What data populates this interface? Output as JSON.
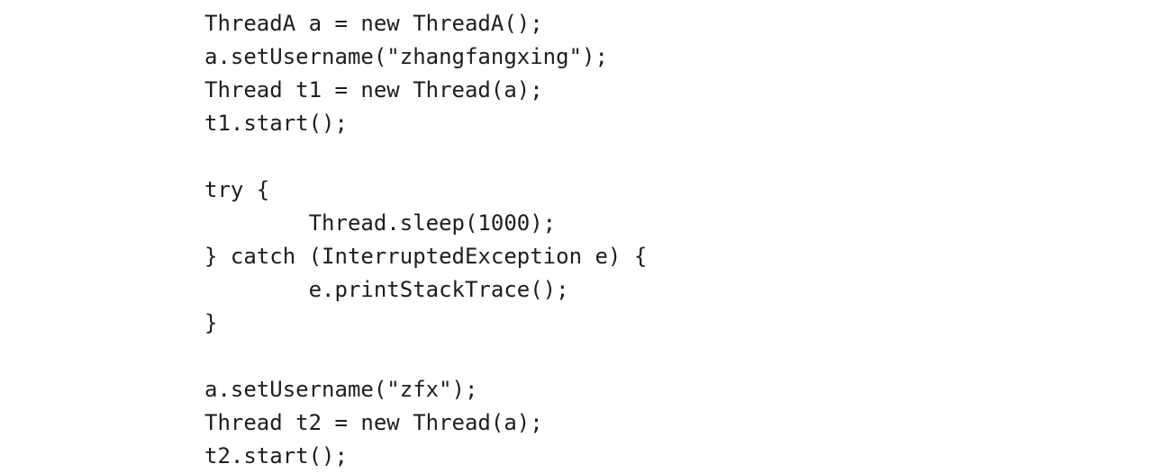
{
  "code": {
    "language": "java",
    "text_color": "#1d1d1d",
    "background_color": "#ffffff",
    "lines": [
      "ThreadA a = new ThreadA();",
      "a.setUsername(\"zhangfangxing\");",
      "Thread t1 = new Thread(a);",
      "t1.start();",
      "",
      "try {",
      "        Thread.sleep(1000);",
      "} catch (InterruptedException e) {",
      "        e.printStackTrace();",
      "}",
      "",
      "a.setUsername(\"zfx\");",
      "Thread t2 = new Thread(a);",
      "t2.start();"
    ]
  }
}
